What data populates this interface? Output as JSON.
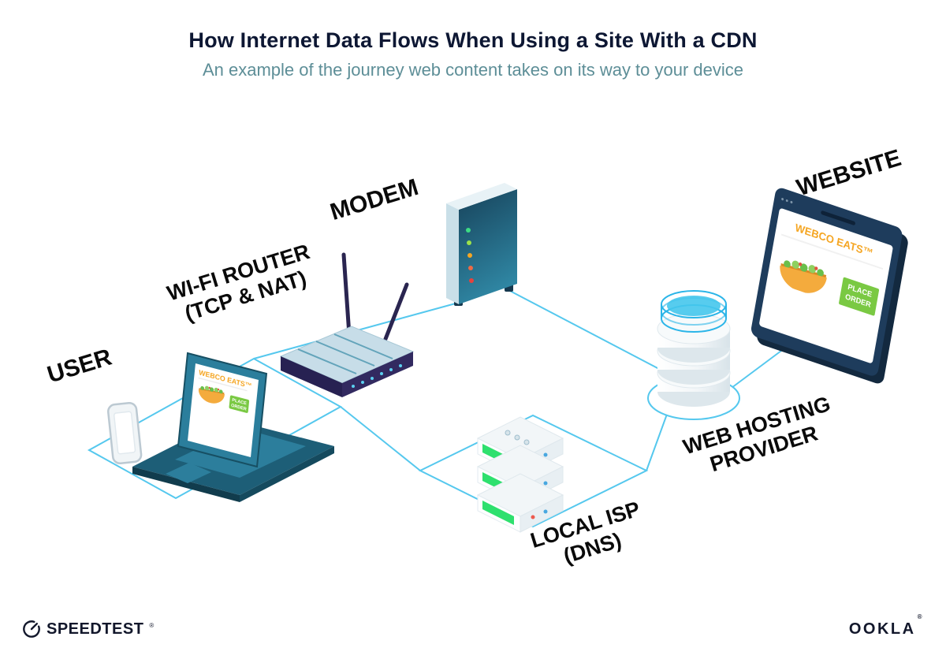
{
  "header": {
    "title": "How Internet Data Flows When Using a Site With a CDN",
    "subtitle": "An example of the journey web content takes on its way to your device"
  },
  "diagram": {
    "nodes": [
      {
        "id": "user",
        "label": "USER"
      },
      {
        "id": "wifi-router",
        "label": "WI-FI ROUTER",
        "sublabel": "(TCP & NAT)"
      },
      {
        "id": "modem",
        "label": "MODEM"
      },
      {
        "id": "local-isp",
        "label": "LOCAL ISP",
        "sublabel": "(DNS)"
      },
      {
        "id": "web-hosting",
        "label": "WEB HOSTING",
        "sublabel": "PROVIDER"
      },
      {
        "id": "website",
        "label": "WEBSITE"
      }
    ],
    "webco": {
      "brand": "WEBCO EATS™",
      "order_button_line1": "PLACE",
      "order_button_line2": "ORDER"
    }
  },
  "footer": {
    "speedtest_label": "SPEEDTEST",
    "speedtest_mark": "®",
    "ookla_label": "OOKLA",
    "ookla_mark": "®"
  },
  "colors": {
    "accent_line": "#55c8ee",
    "teal_dark": "#1d5e77",
    "teal": "#2c7e9c",
    "router_navy": "#2a2550",
    "window_navy": "#1e3c5c",
    "orange": "#f5a623",
    "button_green": "#7ac943",
    "server_green": "#2ee06e",
    "title_navy": "#0d1733",
    "subtitle_teal": "#5d8e97"
  }
}
